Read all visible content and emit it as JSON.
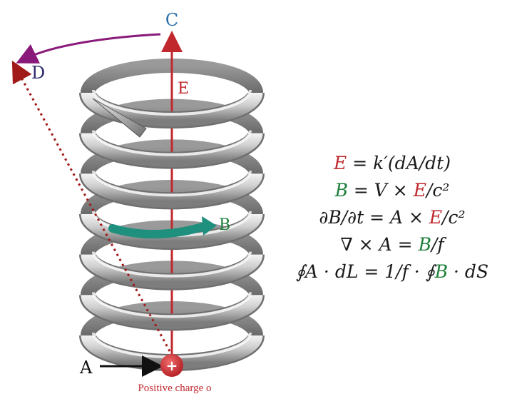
{
  "labels": {
    "a": "A",
    "b": "B",
    "c": "C",
    "d": "D",
    "e": "E",
    "charge_symbol": "+",
    "caption": "Positive charge o"
  },
  "equations": [
    {
      "parts": [
        {
          "t": "E",
          "c": "red"
        },
        {
          "t": " = k′(dA/dt)",
          "c": ""
        }
      ]
    },
    {
      "parts": [
        {
          "t": "B",
          "c": "green"
        },
        {
          "t": " = V × ",
          "c": ""
        },
        {
          "t": "E",
          "c": "red"
        },
        {
          "t": "/c²",
          "c": ""
        }
      ]
    },
    {
      "parts": [
        {
          "t": "∂B/∂t = A × ",
          "c": ""
        },
        {
          "t": "E",
          "c": "red"
        },
        {
          "t": "/c²",
          "c": ""
        }
      ]
    },
    {
      "parts": [
        {
          "t": "∇ × A = ",
          "c": ""
        },
        {
          "t": "B",
          "c": "green"
        },
        {
          "t": "/f",
          "c": ""
        }
      ]
    },
    {
      "parts": [
        {
          "t": "∮A · dL = 1/f · ∮",
          "c": ""
        },
        {
          "t": "B",
          "c": "green"
        },
        {
          "t": " · dS",
          "c": ""
        }
      ]
    }
  ],
  "colors": {
    "e_field": "#c0282d",
    "b_field": "#1f8f7e",
    "b_label": "#1e7f3a",
    "c_label": "#2a6fa8",
    "d_label": "#2c2a6e",
    "arc_arrow": "#8a1a7a",
    "charge": "#c0282d",
    "coil": "#b9b9b9"
  },
  "coil": {
    "turns": 7
  }
}
